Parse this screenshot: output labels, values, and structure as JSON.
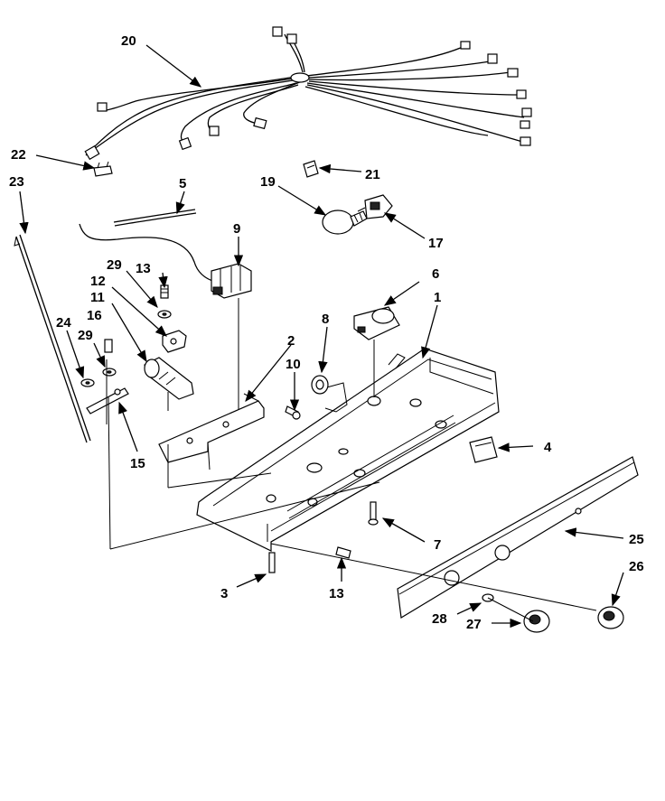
{
  "callouts": [
    "20",
    "22",
    "23",
    "5",
    "19",
    "21",
    "17",
    "9",
    "29",
    "13",
    "12",
    "11",
    "16",
    "6",
    "8",
    "1",
    "24",
    "29",
    "2",
    "10",
    "15",
    "4",
    "7",
    "25",
    "3",
    "13",
    "26",
    "28",
    "27"
  ]
}
